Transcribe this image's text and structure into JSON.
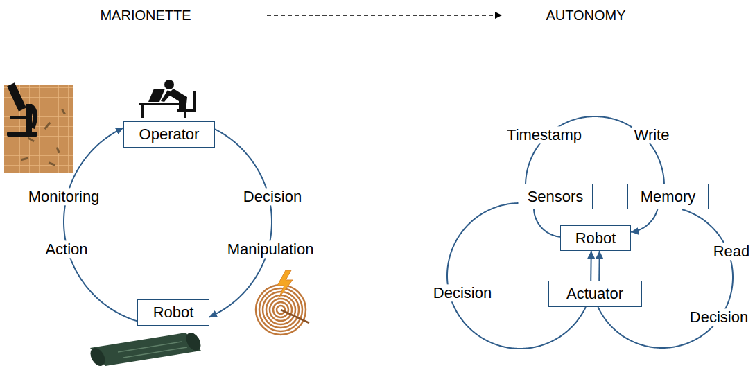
{
  "diagram": {
    "nodes": [
      {
        "text": [
          "Operator"
        ]
      },
      {
        "text": [
          "Robot"
        ]
      },
      {
        "text": [
          "Sensors"
        ]
      },
      {
        "text": [
          "Memory"
        ]
      },
      {
        "text": [
          "Robot"
        ]
      },
      {
        "text": [
          "Actuator"
        ]
      }
    ],
    "edges": [
      {
        "from": 0,
        "to": 1,
        "label": "Decision",
        "arrow": "to"
      },
      {
        "from": 1,
        "to": 0,
        "label": "Monitoring",
        "arrow": "to"
      },
      {
        "from": 2,
        "to": 3,
        "label": "Timestamp",
        "arrow": "none"
      },
      {
        "from": 2,
        "to": 4,
        "arrow": "none"
      },
      {
        "from": 3,
        "to": 4,
        "arrow": "to"
      },
      {
        "from": 5,
        "to": 4,
        "arrow": "to"
      },
      {
        "from": 5,
        "to": 4,
        "arrow": "to"
      },
      {
        "from": 2,
        "to": 5,
        "label": "Decision",
        "arrow": "none"
      },
      {
        "from": 3,
        "to": 5,
        "label": "Read",
        "arrow": "none"
      }
    ],
    "labels": [
      "MARIONETTE",
      "AUTONOMY",
      "Manipulation",
      "Action",
      "Write",
      "Decision"
    ]
  }
}
